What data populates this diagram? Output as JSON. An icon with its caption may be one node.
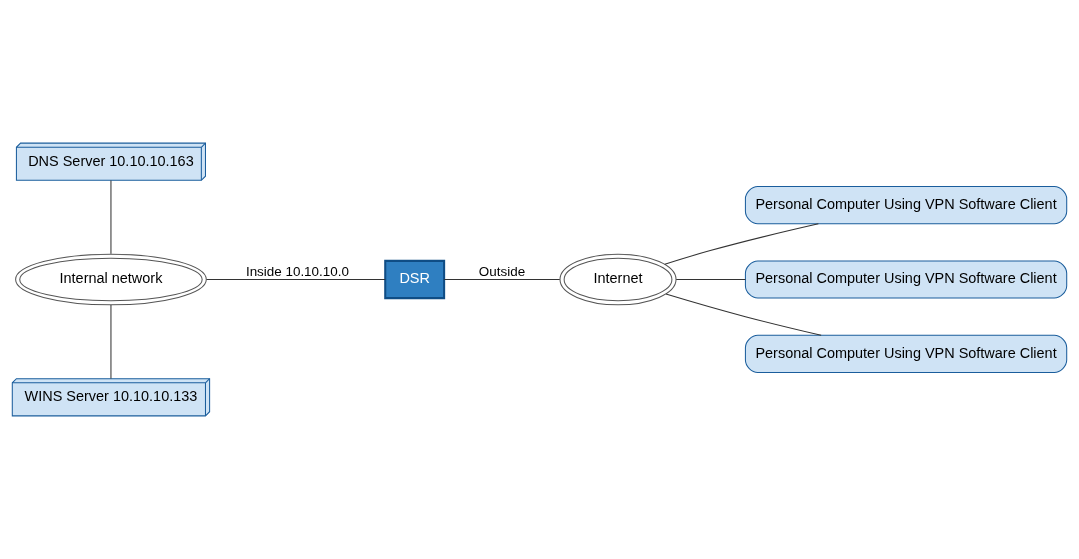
{
  "diagram": {
    "nodes": [
      {
        "text": [
          "DNS Server 10.10.10.163"
        ]
      },
      {
        "text": [
          "Internal network"
        ]
      },
      {
        "text": [
          "WINS Server 10.10.10.133"
        ]
      },
      {
        "text": [
          "DSR"
        ]
      },
      {
        "text": [
          "Internet"
        ]
      },
      {
        "text": [
          "Personal Computer Using VPN Software Client"
        ]
      },
      {
        "text": [
          "Personal Computer Using VPN Software Client"
        ]
      },
      {
        "text": [
          "Personal Computer Using VPN Software Client"
        ]
      }
    ],
    "edges": [
      {
        "from": 0,
        "to": 1,
        "arrow": "none"
      },
      {
        "from": 1,
        "to": 2,
        "arrow": "none"
      },
      {
        "from": 1,
        "to": 3,
        "arrow": "none",
        "label": "Inside 10.10.10.0"
      },
      {
        "from": 3,
        "to": 4,
        "arrow": "none",
        "label": "Outside"
      },
      {
        "from": 4,
        "to": 5,
        "arrow": "none"
      },
      {
        "from": 4,
        "to": 6,
        "arrow": "none"
      },
      {
        "from": 4,
        "to": 7,
        "arrow": "none"
      }
    ]
  }
}
